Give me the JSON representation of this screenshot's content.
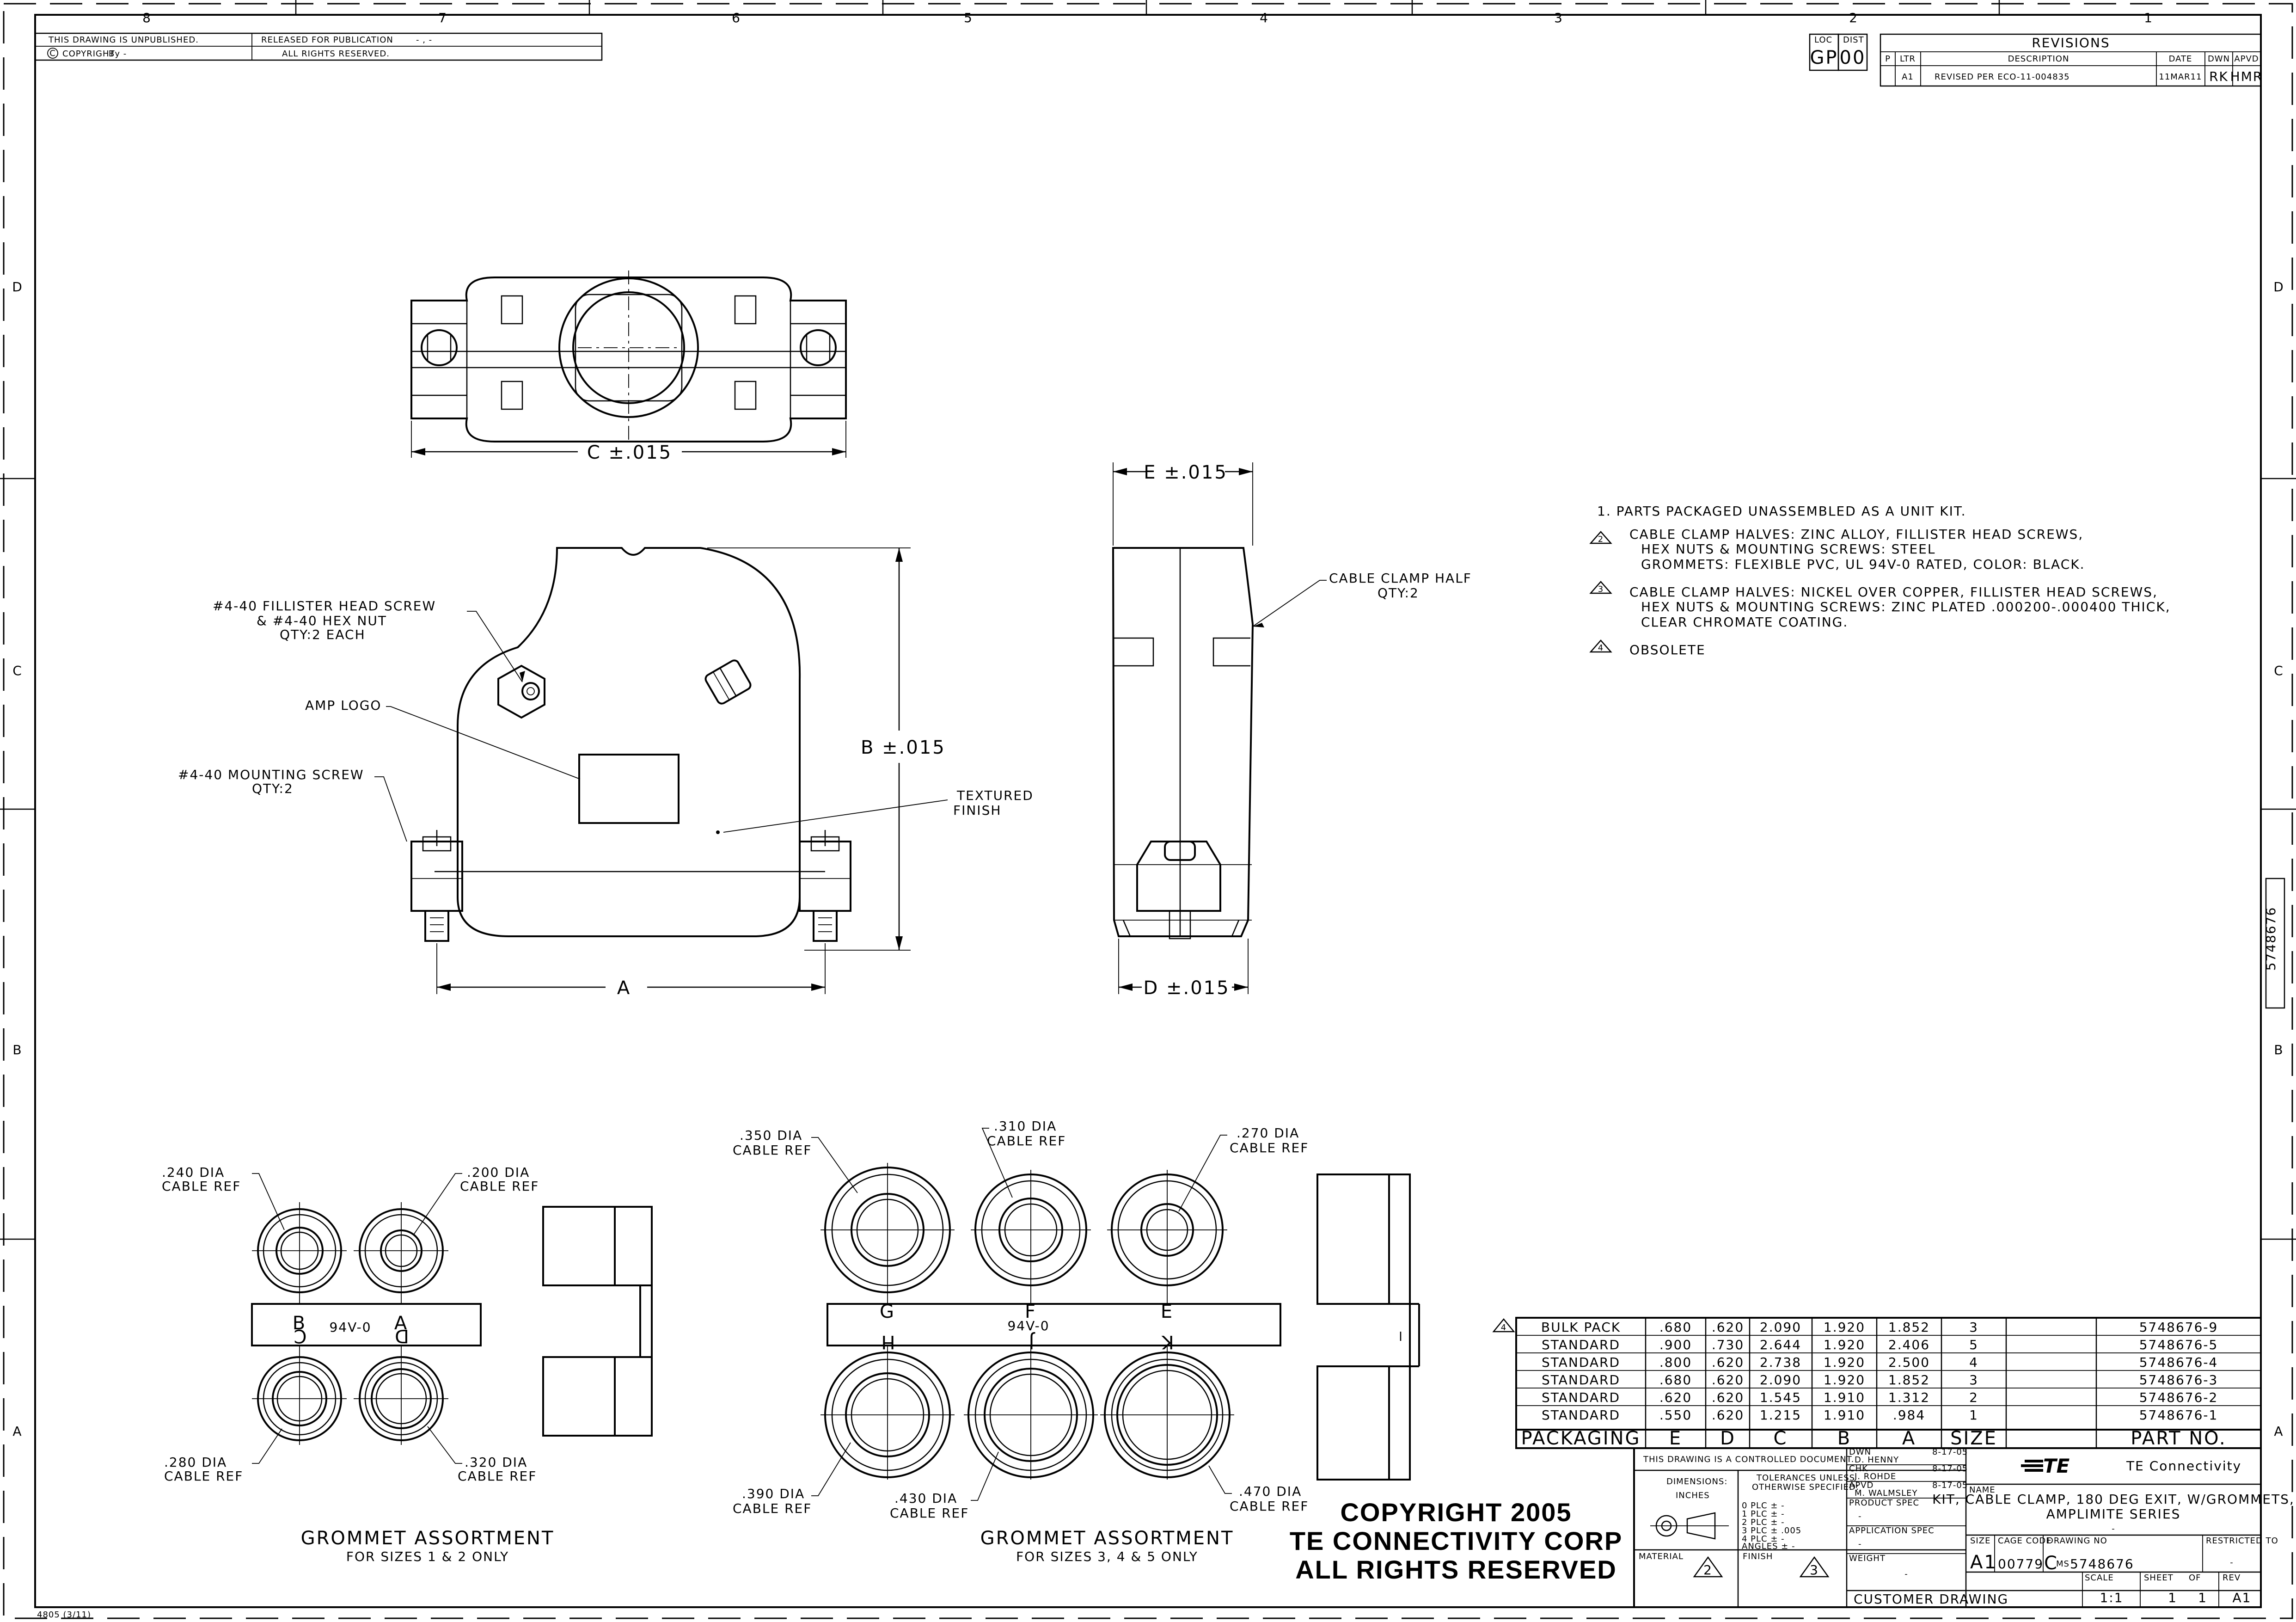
{
  "border": {
    "zones_top": [
      "8",
      "7",
      "6",
      "5",
      "4",
      "3",
      "2",
      "1"
    ],
    "zones_side": [
      "D",
      "C",
      "B",
      "A"
    ]
  },
  "header": {
    "unpublished": "THIS DRAWING IS UNPUBLISHED.",
    "copyright_label": "COPYRIGHT",
    "copyright_by": "By -",
    "released": "RELEASED FOR PUBLICATION",
    "released_date": "- , -",
    "rights": "ALL RIGHTS RESERVED.",
    "loc_label": "LOC",
    "loc_value": "GP",
    "dist_label": "DIST",
    "dist_value": "00"
  },
  "revisions": {
    "title": "REVISIONS",
    "cols": [
      "P",
      "LTR",
      "DESCRIPTION",
      "DATE",
      "DWN",
      "APVD"
    ],
    "row": {
      "ltr": "A1",
      "desc": "REVISED PER ECO-11-004835",
      "date": "11MAR11",
      "dwn": "RK",
      "apvd": "HMR"
    }
  },
  "notes": {
    "n1": "1.  PARTS PACKAGED UNASSEMBLED AS A UNIT KIT.",
    "n2_num": "2",
    "n2_l1": "CABLE CLAMP HALVES: ZINC ALLOY, FILLISTER HEAD SCREWS,",
    "n2_l2": "HEX NUTS & MOUNTING SCREWS: STEEL",
    "n2_l3": "GROMMETS: FLEXIBLE PVC, UL 94V-0 RATED, COLOR: BLACK.",
    "n3_num": "3",
    "n3_l1": "CABLE CLAMP HALVES: NICKEL OVER COPPER, FILLISTER HEAD SCREWS,",
    "n3_l2": "HEX NUTS & MOUNTING SCREWS: ZINC PLATED .000200-.000400 THICK,",
    "n3_l3": "CLEAR CHROMATE COATING.",
    "n4_num": "4",
    "n4": "OBSOLETE"
  },
  "labels": {
    "dim_c": "C ±.015",
    "dim_e": "E ±.015",
    "dim_b": "B ±.015",
    "dim_a": "A",
    "dim_d": "D ±.015",
    "screw_l1": "#4-40 FILLISTER HEAD SCREW",
    "screw_l2": "& #4-40 HEX NUT",
    "screw_l3": "QTY:2 EACH",
    "amp_logo": "AMP LOGO",
    "mount_l1": "#4-40 MOUNTING SCREW",
    "mount_l2": "QTY:2",
    "textured_l1": "TEXTURED",
    "textured_l2": "FINISH",
    "clamp_l1": "CABLE CLAMP HALF",
    "clamp_l2": "QTY:2"
  },
  "grommet1": {
    "d240": ".240 DIA",
    "d200": ".200 DIA",
    "d280": ".280 DIA",
    "d320": ".320 DIA",
    "ref": "CABLE REF",
    "letters": [
      "B",
      "A",
      "C",
      "D"
    ],
    "rating": "94V-0",
    "title": "GROMMET ASSORTMENT",
    "subtitle": "FOR SIZES 1 & 2 ONLY"
  },
  "grommet2": {
    "d350": ".350 DIA",
    "d310": ".310 DIA",
    "d270": ".270 DIA",
    "d390": ".390 DIA",
    "d430": ".430 DIA",
    "d470": ".470 DIA",
    "ref": "CABLE REF",
    "letters": [
      "G",
      "F",
      "E",
      "H",
      "J",
      "K"
    ],
    "rating": "94V-0",
    "title": "GROMMET ASSORTMENT",
    "subtitle": "FOR SIZES 3, 4 & 5 ONLY"
  },
  "copyright_block": {
    "l1": "COPYRIGHT 2005",
    "l2": "TE CONNECTIVITY CORP",
    "l3": "ALL RIGHTS RESERVED"
  },
  "table": {
    "note_flag": "4",
    "rows": [
      [
        "BULK PACK",
        ".680",
        ".620",
        "2.090",
        "1.920",
        "1.852",
        "3",
        "5748676-9"
      ],
      [
        "STANDARD",
        ".900",
        ".730",
        "2.644",
        "1.920",
        "2.406",
        "5",
        "5748676-5"
      ],
      [
        "STANDARD",
        ".800",
        ".620",
        "2.738",
        "1.920",
        "2.500",
        "4",
        "5748676-4"
      ],
      [
        "STANDARD",
        ".680",
        ".620",
        "2.090",
        "1.920",
        "1.852",
        "3",
        "5748676-3"
      ],
      [
        "STANDARD",
        ".620",
        ".620",
        "1.545",
        "1.910",
        "1.312",
        "2",
        "5748676-2"
      ],
      [
        "STANDARD",
        ".550",
        ".620",
        "1.215",
        "1.910",
        ".984",
        "1",
        "5748676-1"
      ]
    ],
    "headers": [
      "PACKAGING",
      "E",
      "D",
      "C",
      "B",
      "A",
      "SIZE",
      "PART NO."
    ]
  },
  "titleblock": {
    "controlled": "THIS DRAWING IS A CONTROLLED DOCUMENT.",
    "dimensions": "DIMENSIONS:",
    "inches": "INCHES",
    "tol1": "TOLERANCES UNLESS",
    "tol2": "OTHERWISE SPECIFIED:",
    "plc0": "0 PLC   ± -",
    "plc1": "1 PLC   ± -",
    "plc2": "2 PLC   ± -",
    "plc3": "3 PLC   ± .005",
    "plc4": "4 PLC   ± -",
    "angles": "ANGLES   ± -",
    "material": "MATERIAL",
    "finish": "FINISH",
    "mat_flag": "2",
    "fin_flag": "3",
    "dwn_label": "DWN",
    "dwn_name": "D. HENNY",
    "dwn_date": "8-17-05",
    "chk_label": "CHK",
    "chk_name": "J. ROHDE",
    "chk_date": "8-17-05",
    "apvd_label": "APVD",
    "apvd_name": "M. WALMSLEY",
    "apvd_date": "8-17-05",
    "product_spec": "PRODUCT SPEC",
    "product_spec_val": "-",
    "app_spec": "APPLICATION SPEC",
    "app_spec_val": "-",
    "weight": "WEIGHT",
    "weight_val": "-",
    "company": "TE Connectivity",
    "logo": "TE",
    "name_label": "NAME",
    "name_l1": "KIT, CABLE CLAMP, 180 DEG EXIT, W/GROMMETS,",
    "name_l2": "AMPLIMITE SERIES",
    "name_dash": "-",
    "size_label": "SIZE",
    "size_val": "A1",
    "cage_label": "CAGE CODE",
    "cage_val": "00779",
    "drawing_label": "DRAWING NO",
    "drawing_prefix": "C",
    "drawing_sub": "MS",
    "drawing_val": "5748676",
    "restricted": "RESTRICTED TO",
    "restricted_val": "-",
    "customer": "CUSTOMER DRAWING",
    "scale_label": "SCALE",
    "scale_val": "1:1",
    "sheet_label": "SHEET",
    "sheet_val": "1",
    "of_label": "OF",
    "of_val": "1",
    "rev_label": "REV",
    "rev_val": "A1"
  },
  "side_tab": "5748676",
  "form_no": "4805 (3/11)"
}
